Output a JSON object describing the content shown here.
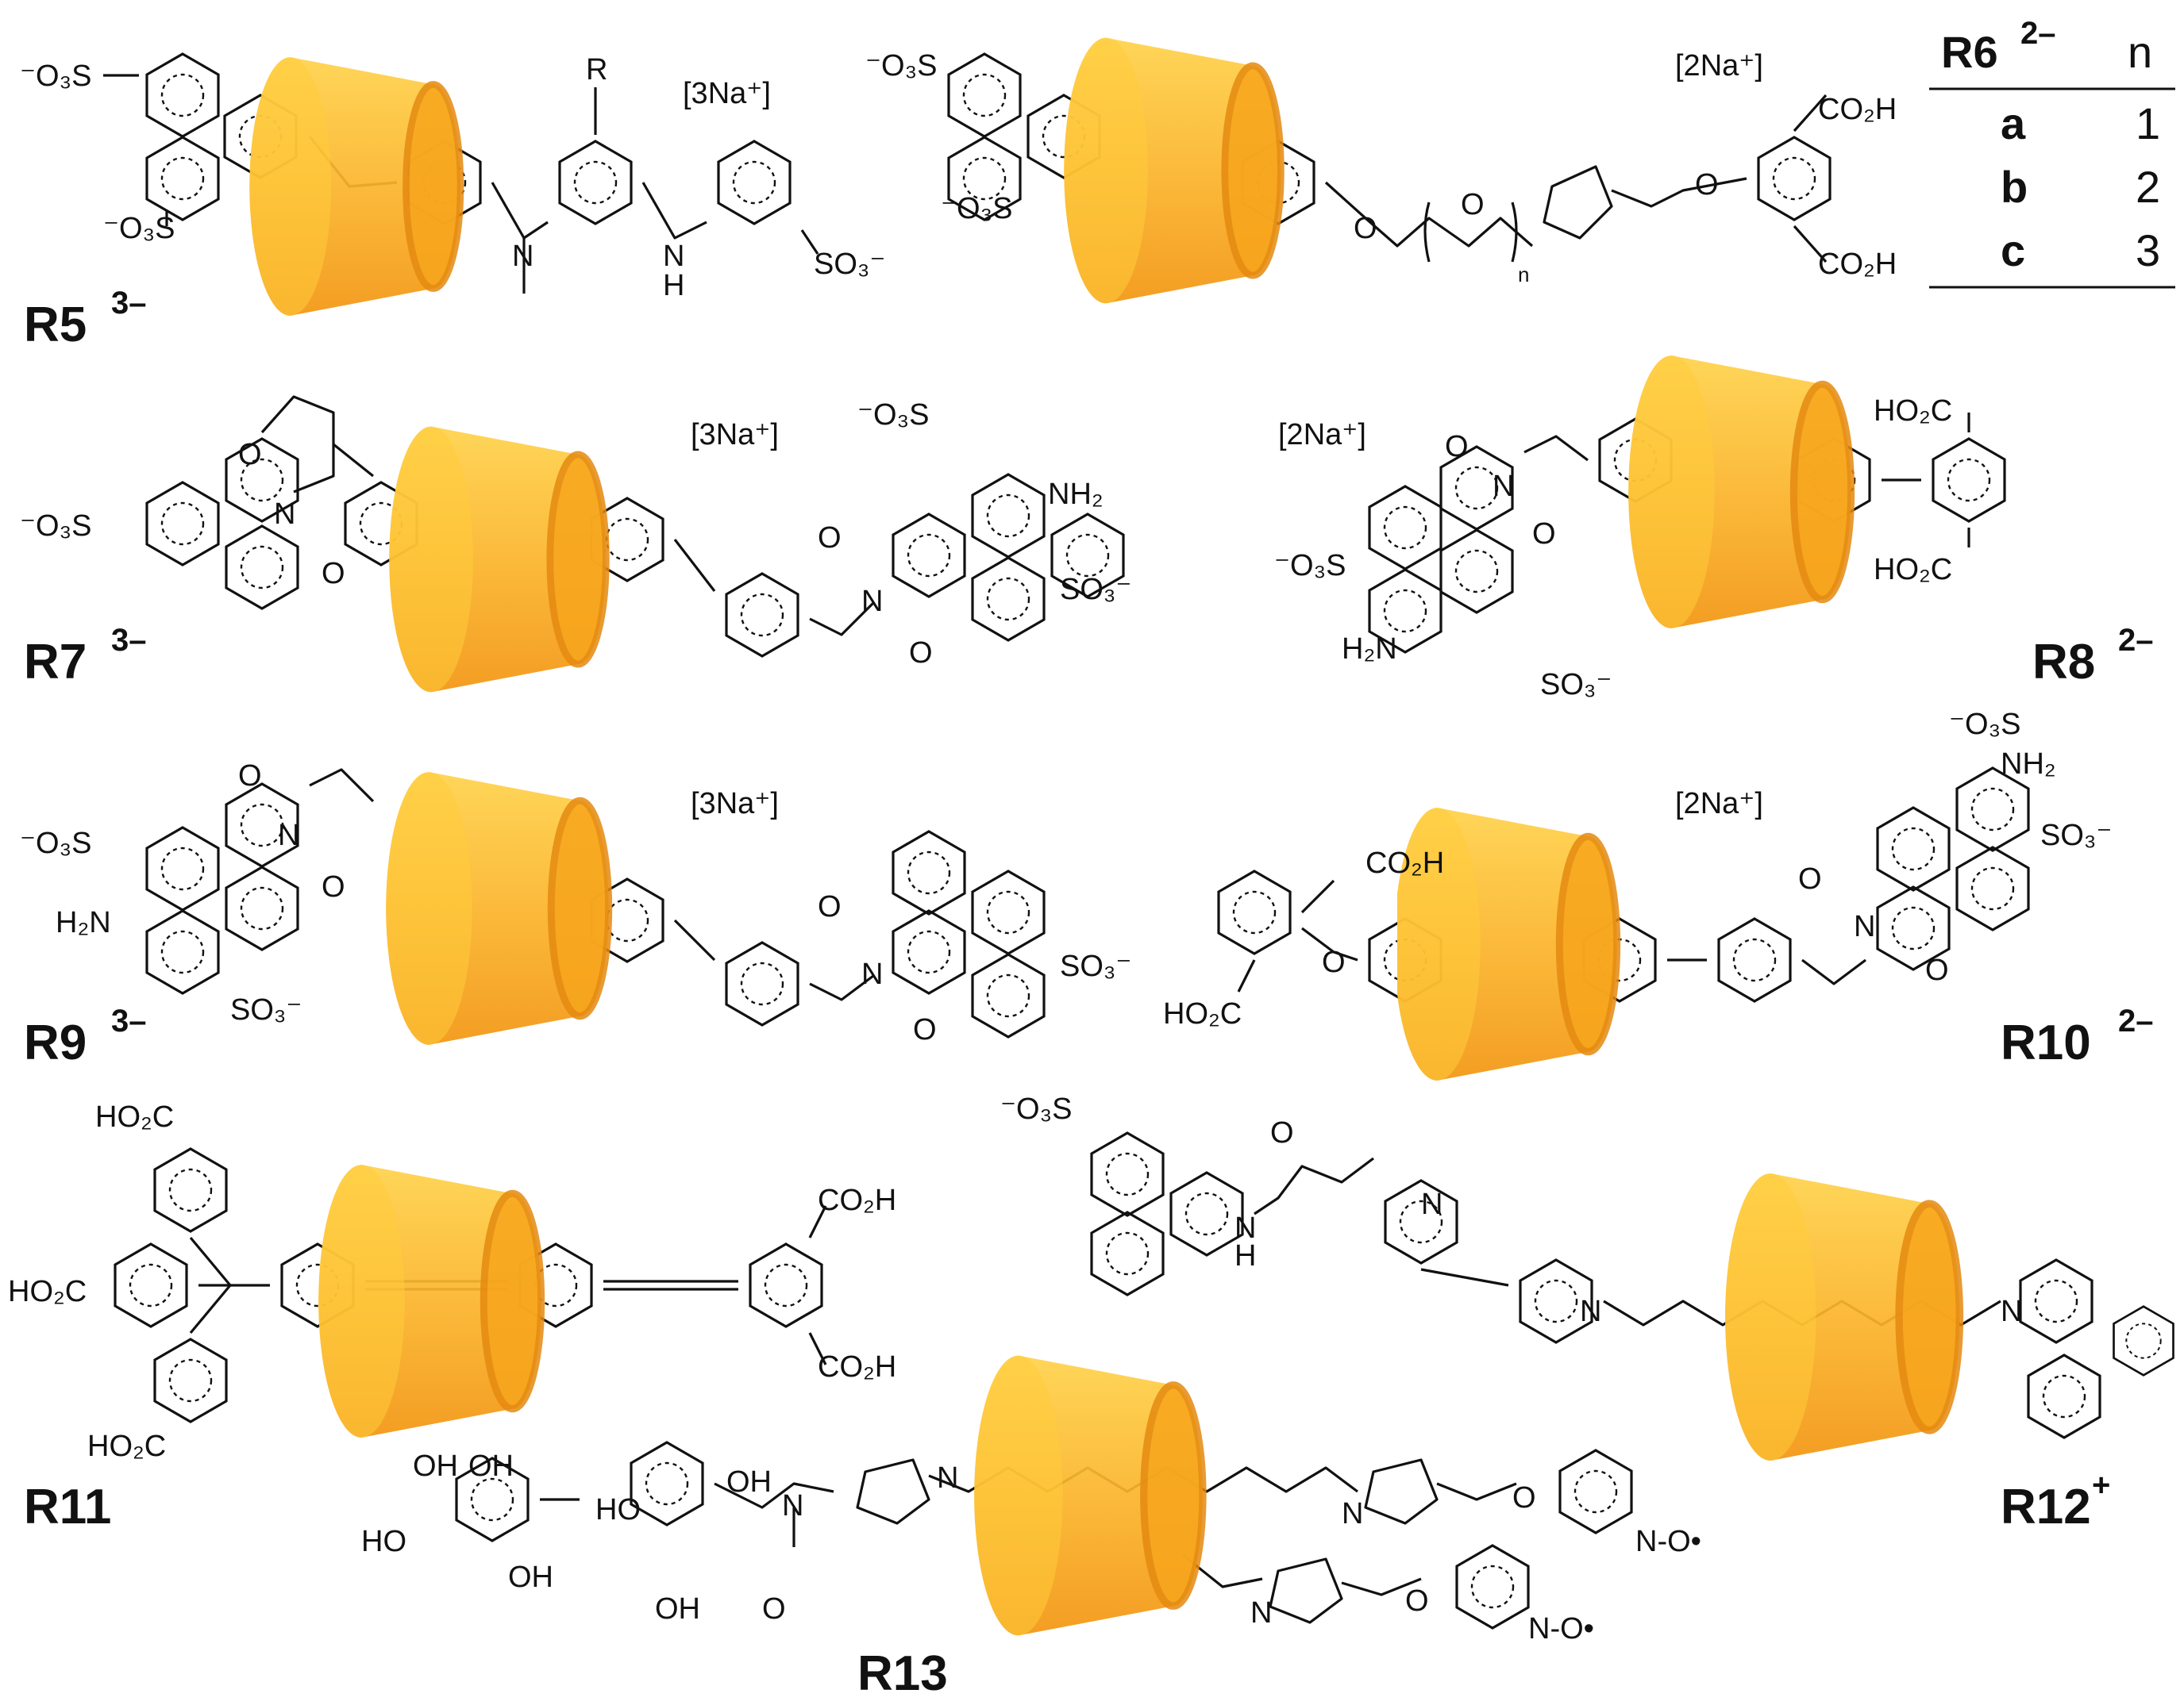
{
  "labels": {
    "r5": "R5",
    "r5_charge": "3–",
    "r6": "R6",
    "r6_charge": "2–",
    "r7": "R7",
    "r7_charge": "3–",
    "r8": "R8",
    "r8_charge": "2–",
    "r9": "R9",
    "r9_charge": "3–",
    "r10": "R10",
    "r10_charge": "2–",
    "r11": "R11",
    "r12": "R12",
    "r12_charge": "+",
    "r13": "R13"
  },
  "counterions": {
    "r5": "[3Na⁺]",
    "r6": "[2Na⁺]",
    "r7": "[3Na⁺]",
    "r8": "[2Na⁺]",
    "r9": "[3Na⁺]",
    "r10": "[2Na⁺]"
  },
  "groups": {
    "so3_left": "⁻O₃S",
    "so3_right": "SO₃⁻",
    "co2h_right": "CO₂H",
    "ho2c_left": "HO₂C",
    "nh2": "NH₂",
    "h2n": "H₂N",
    "n_oxyl": "N-O•",
    "r_sub": "R",
    "n_atom": "N",
    "o_atom": "O",
    "h_atom": "H",
    "oh": "OH",
    "ho": "HO",
    "n_index": "n"
  },
  "table": {
    "header_compound": "R6",
    "header_charge": "2–",
    "header_n": "n",
    "rows": [
      {
        "variant": "a",
        "n": "1"
      },
      {
        "variant": "b",
        "n": "2"
      },
      {
        "variant": "c",
        "n": "3"
      }
    ]
  },
  "colors": {
    "ring_dark": "#f19a12",
    "ring_light": "#ffd24a",
    "ring_rim": "#e58a10",
    "bond": "#111111"
  }
}
